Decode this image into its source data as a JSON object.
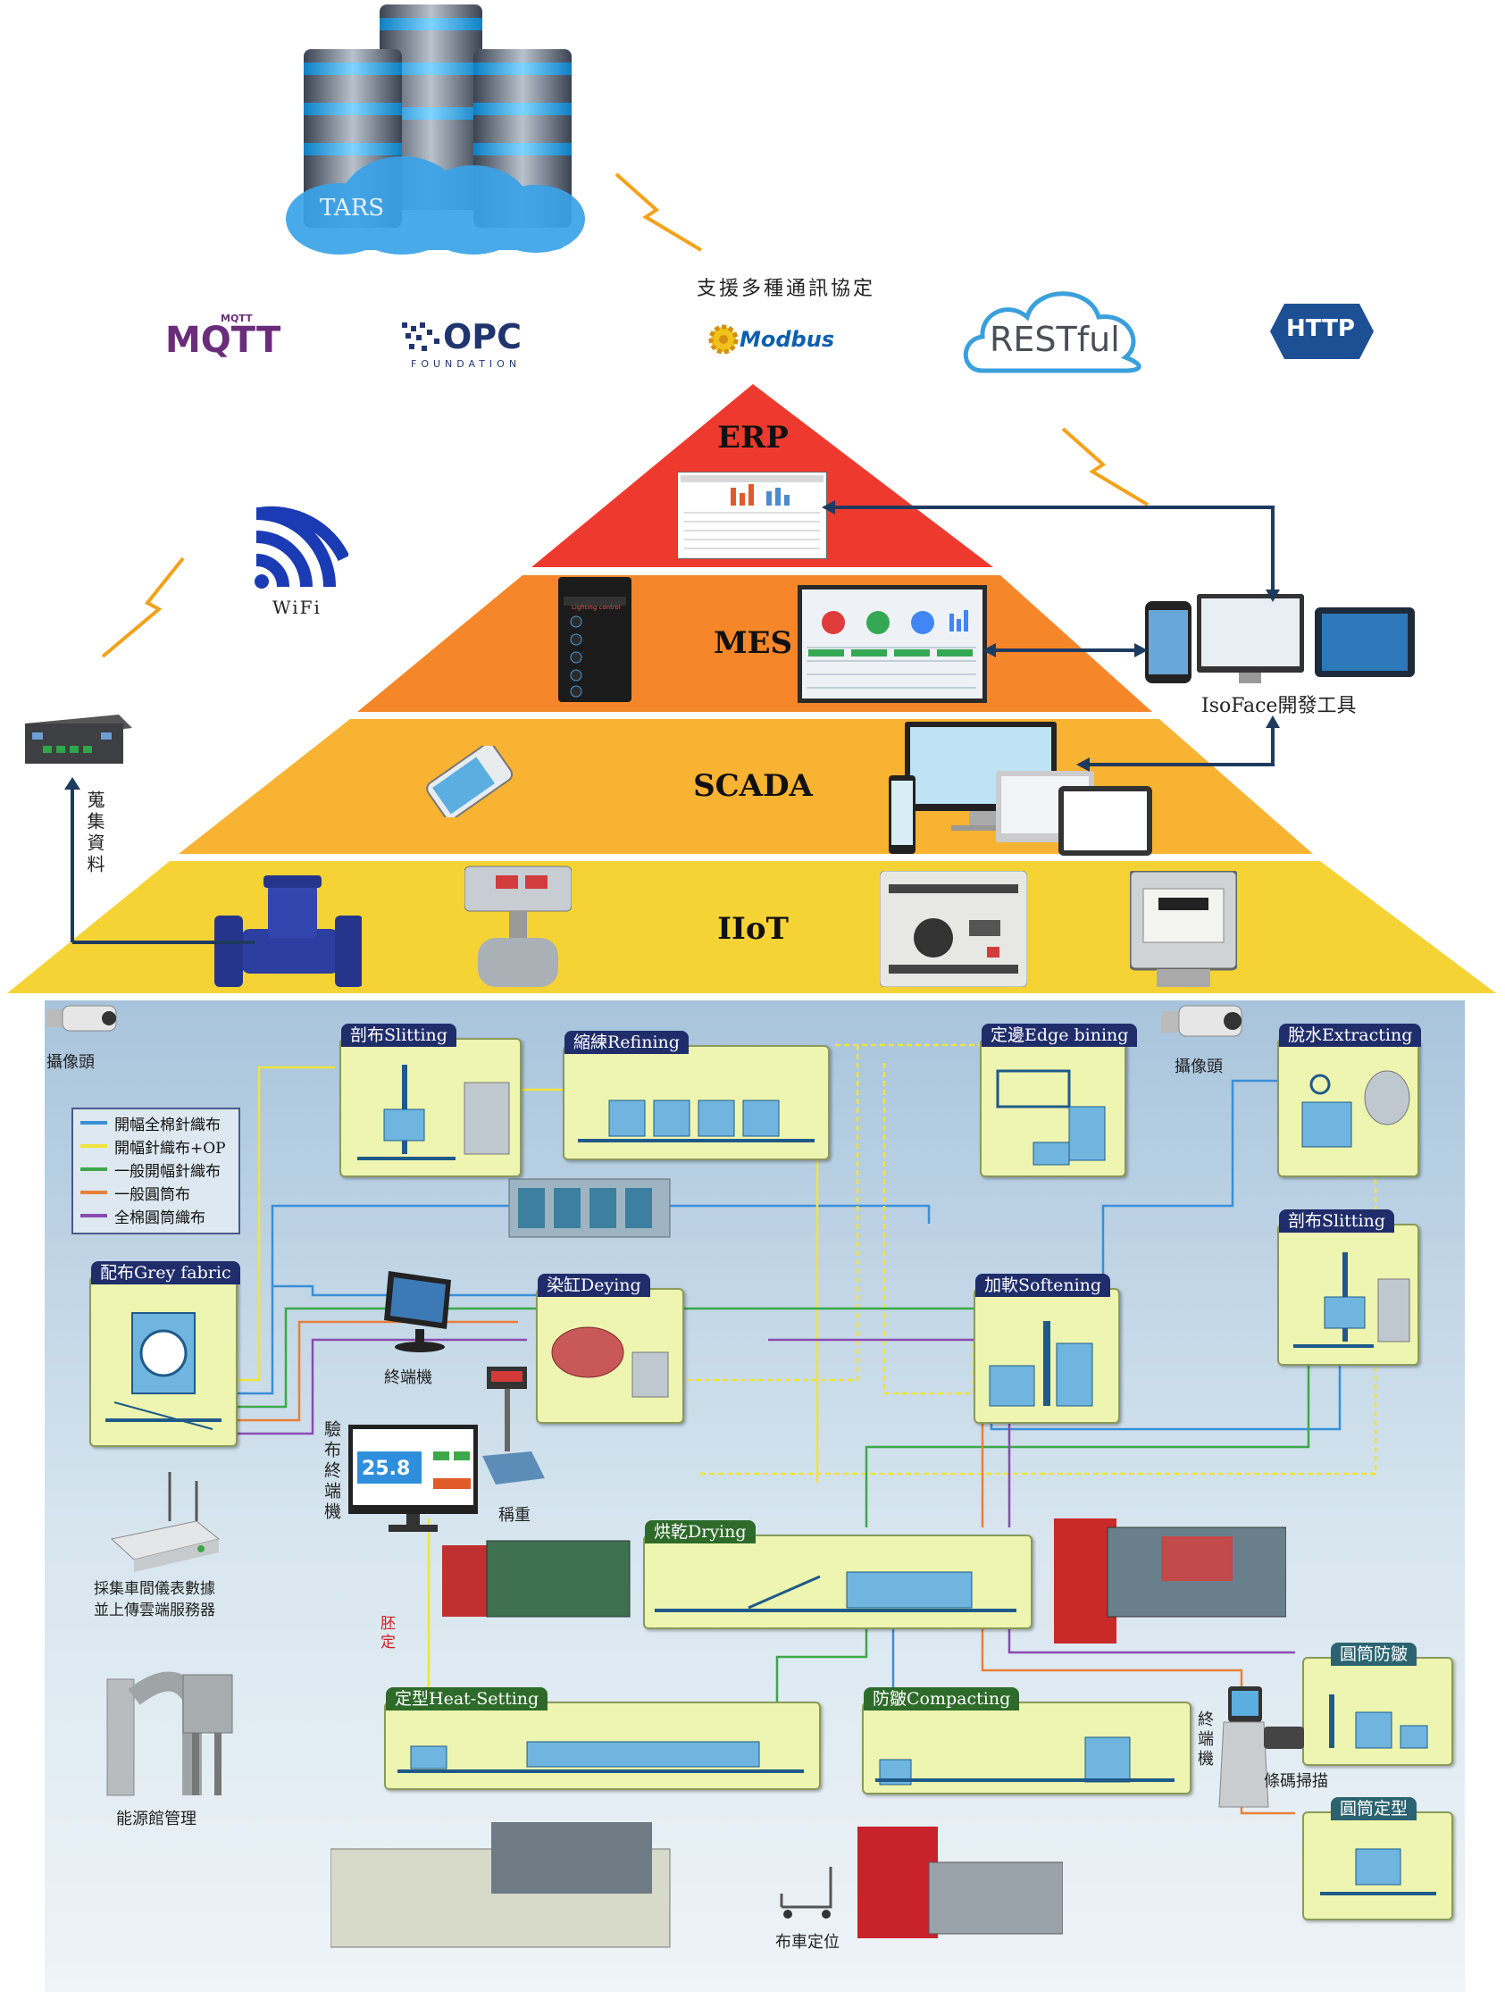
{
  "top": {
    "server_label": "TARS",
    "protocol_caption": "支援多種通訊協定",
    "protocols": [
      "MQTT",
      "OPC",
      "FOUNDATION",
      "Modbus",
      "RESTful",
      "HTTP"
    ],
    "mqtt_small": "MQTT"
  },
  "pyramid": {
    "tiers": [
      "ERP",
      "MES",
      "SCADA",
      "IIoT"
    ],
    "colors": {
      "erp": "#ee3a2e",
      "mes": "#f5872a",
      "scada": "#f8b332",
      "iiot": "#f6d335"
    },
    "isoface": "IsoFace開發工具",
    "wifi": "WiFi",
    "collect": "蒐集資料",
    "mes_panel_text": "Lighting control"
  },
  "floor": {
    "camera_left": "攝像頭",
    "camera_right": "攝像頭",
    "legend": [
      {
        "label": "開幅全棉針織布",
        "color": "#3a8fd8"
      },
      {
        "label": "開幅針織布+OP",
        "color": "#f0e43a"
      },
      {
        "label": "一般開幅針織布",
        "color": "#3da84a"
      },
      {
        "label": "一般圓筒布",
        "color": "#e8803a"
      },
      {
        "label": "全棉圓筒織布",
        "color": "#8a4cb0"
      }
    ],
    "processes": {
      "grey": "配布Grey fabric",
      "slitting1": "剖布Slitting",
      "refining": "縮練Refining",
      "edge": "定邊Edge bining",
      "extracting": "脫水Extracting",
      "slitting2": "剖布Slitting",
      "deying": "染缸Deying",
      "softening": "加軟Softening",
      "drying": "烘乾Drying",
      "heatsetting": "定型Heat-Setting",
      "compacting": "防皺Compacting",
      "tube_anti": "圓筒防皺",
      "tube_set": "圓筒定型"
    },
    "terminal": "終端機",
    "inspect_terminal": "驗布終端機",
    "scale": "稱重",
    "display_value": "25.8",
    "collector": "採集車間儀表數據\n並上傳雲端服務器",
    "energy": "能源館管理",
    "preset": "胚定",
    "end_terminal": "終端機",
    "barcode": "條碼掃描",
    "cart": "布車定位"
  }
}
